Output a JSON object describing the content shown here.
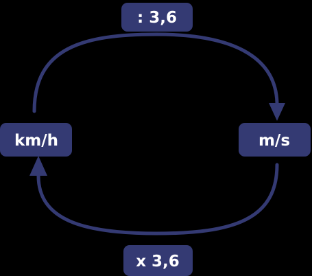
{
  "colors": {
    "background": "#000000",
    "accent": "#343a73",
    "text": "#ffffff"
  },
  "nodes": {
    "left": {
      "label": "km/h"
    },
    "right": {
      "label": "m/s"
    }
  },
  "operations": {
    "top": {
      "label": ": 3,6"
    },
    "bottom": {
      "label": "x 3,6"
    }
  },
  "icons": {
    "top_arrow": "arrow-down-icon",
    "bottom_arrow": "arrow-up-icon"
  }
}
